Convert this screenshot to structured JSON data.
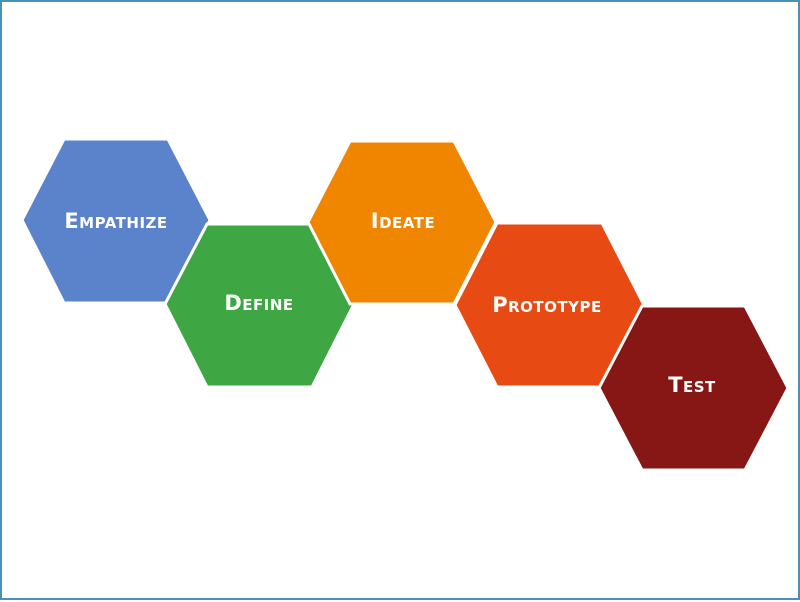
{
  "stages": [
    {
      "label": "Empathize",
      "color": "#5a83cc"
    },
    {
      "label": "Define",
      "color": "#3ea643"
    },
    {
      "label": "Ideate",
      "color": "#f08500"
    },
    {
      "label": "Prototype",
      "color": "#e84a13"
    },
    {
      "label": "Test",
      "color": "#861714"
    }
  ],
  "border_color": "#4a90b8"
}
